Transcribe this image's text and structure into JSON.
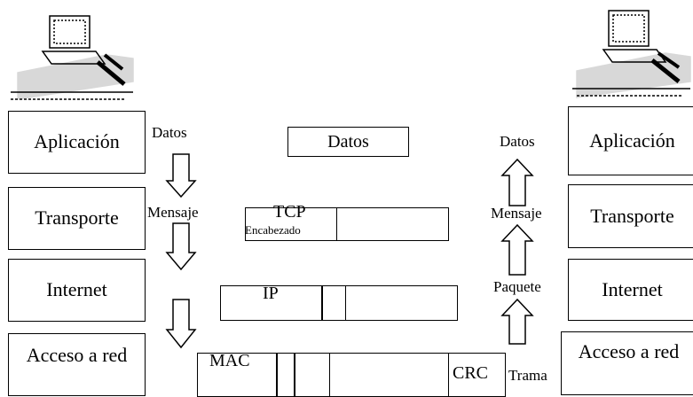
{
  "left_stack": {
    "layers": [
      "Aplicación",
      "Transporte",
      "Internet",
      "Acceso a red"
    ]
  },
  "right_stack": {
    "layers": [
      "Aplicación",
      "Transporte",
      "Internet",
      "Acceso a red"
    ]
  },
  "left_labels": {
    "datos": "Datos",
    "mensaje": "Mensaje"
  },
  "right_labels": {
    "datos": "Datos",
    "mensaje": "Mensaje",
    "paquete": "Paquete",
    "trama": "Trama"
  },
  "center": {
    "datos_box": "Datos",
    "tcp": "TCP",
    "tcp_sub": "Encabezado",
    "ip": "IP",
    "mac": "MAC",
    "crc": "CRC"
  }
}
